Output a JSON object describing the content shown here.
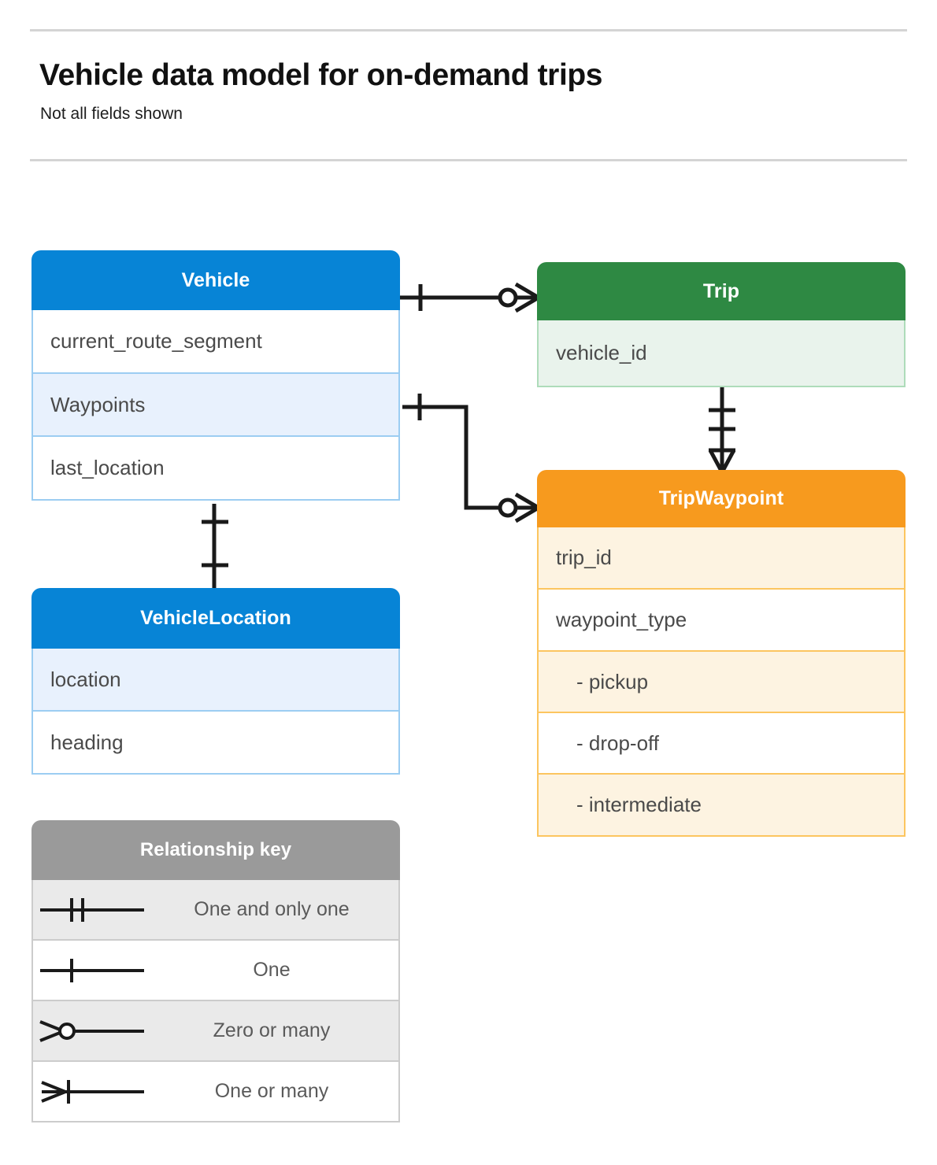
{
  "header": {
    "title": "Vehicle data model for on-demand trips",
    "subtitle": "Not all fields shown"
  },
  "entities": [
    {
      "id": "vehicle",
      "name": "Vehicle",
      "color": "#0784d6",
      "fields": [
        "current_route_segment",
        "Waypoints",
        "last_location"
      ]
    },
    {
      "id": "trip",
      "name": "Trip",
      "color": "#2e8943",
      "fields": [
        "vehicle_id"
      ]
    },
    {
      "id": "tripwaypoint",
      "name": "TripWaypoint",
      "color": "#f79a1e",
      "fields": [
        "trip_id",
        "waypoint_type",
        "-  pickup",
        "-  drop-off",
        "-  intermediate"
      ]
    },
    {
      "id": "vehiclelocation",
      "name": "VehicleLocation",
      "color": "#0784d6",
      "fields": [
        "location",
        "heading"
      ]
    }
  ],
  "legend": {
    "title": "Relationship key",
    "header_color": "#9a9a9a",
    "rows": [
      {
        "symbol": "one-and-only-one-symbol",
        "label": "One and only one"
      },
      {
        "symbol": "one-symbol",
        "label": "One"
      },
      {
        "symbol": "zero-or-many-symbol",
        "label": "Zero or many"
      },
      {
        "symbol": "one-or-many-symbol",
        "label": "One or many"
      }
    ]
  },
  "relationships": [
    {
      "from": "Vehicle",
      "to": "Trip",
      "from_cardinality": "One",
      "to_cardinality": "Zero or many"
    },
    {
      "from": "Vehicle.Waypoints",
      "to": "TripWaypoint",
      "from_cardinality": "One",
      "to_cardinality": "Zero or many"
    },
    {
      "from": "Trip",
      "to": "TripWaypoint",
      "from_cardinality": "One and only one",
      "to_cardinality": "One or many"
    },
    {
      "from": "Vehicle",
      "to": "VehicleLocation",
      "from_cardinality": "One",
      "to_cardinality": "One"
    }
  ]
}
